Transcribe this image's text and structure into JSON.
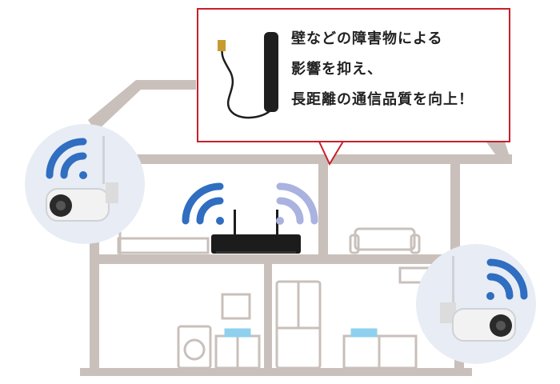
{
  "callout": {
    "lines": [
      "壁などの障害物による",
      "影響を抑え、",
      "長距離の通信品質を向上！"
    ]
  },
  "colors": {
    "house_line": "#c9c0bb",
    "callout_border": "#c8202a",
    "wifi_blue": "#2f6ec0",
    "wifi_light": "#aab2e0",
    "camera_circle": "#e8ecf4",
    "nvr_black": "#1c1c1c"
  },
  "icons": [
    "antenna-icon",
    "camera-icon",
    "nvr-recorder-icon",
    "wifi-icon",
    "sofa-icon",
    "bed-icon",
    "fridge-icon",
    "washing-machine-icon",
    "sink-icon",
    "kitchen-icon"
  ]
}
